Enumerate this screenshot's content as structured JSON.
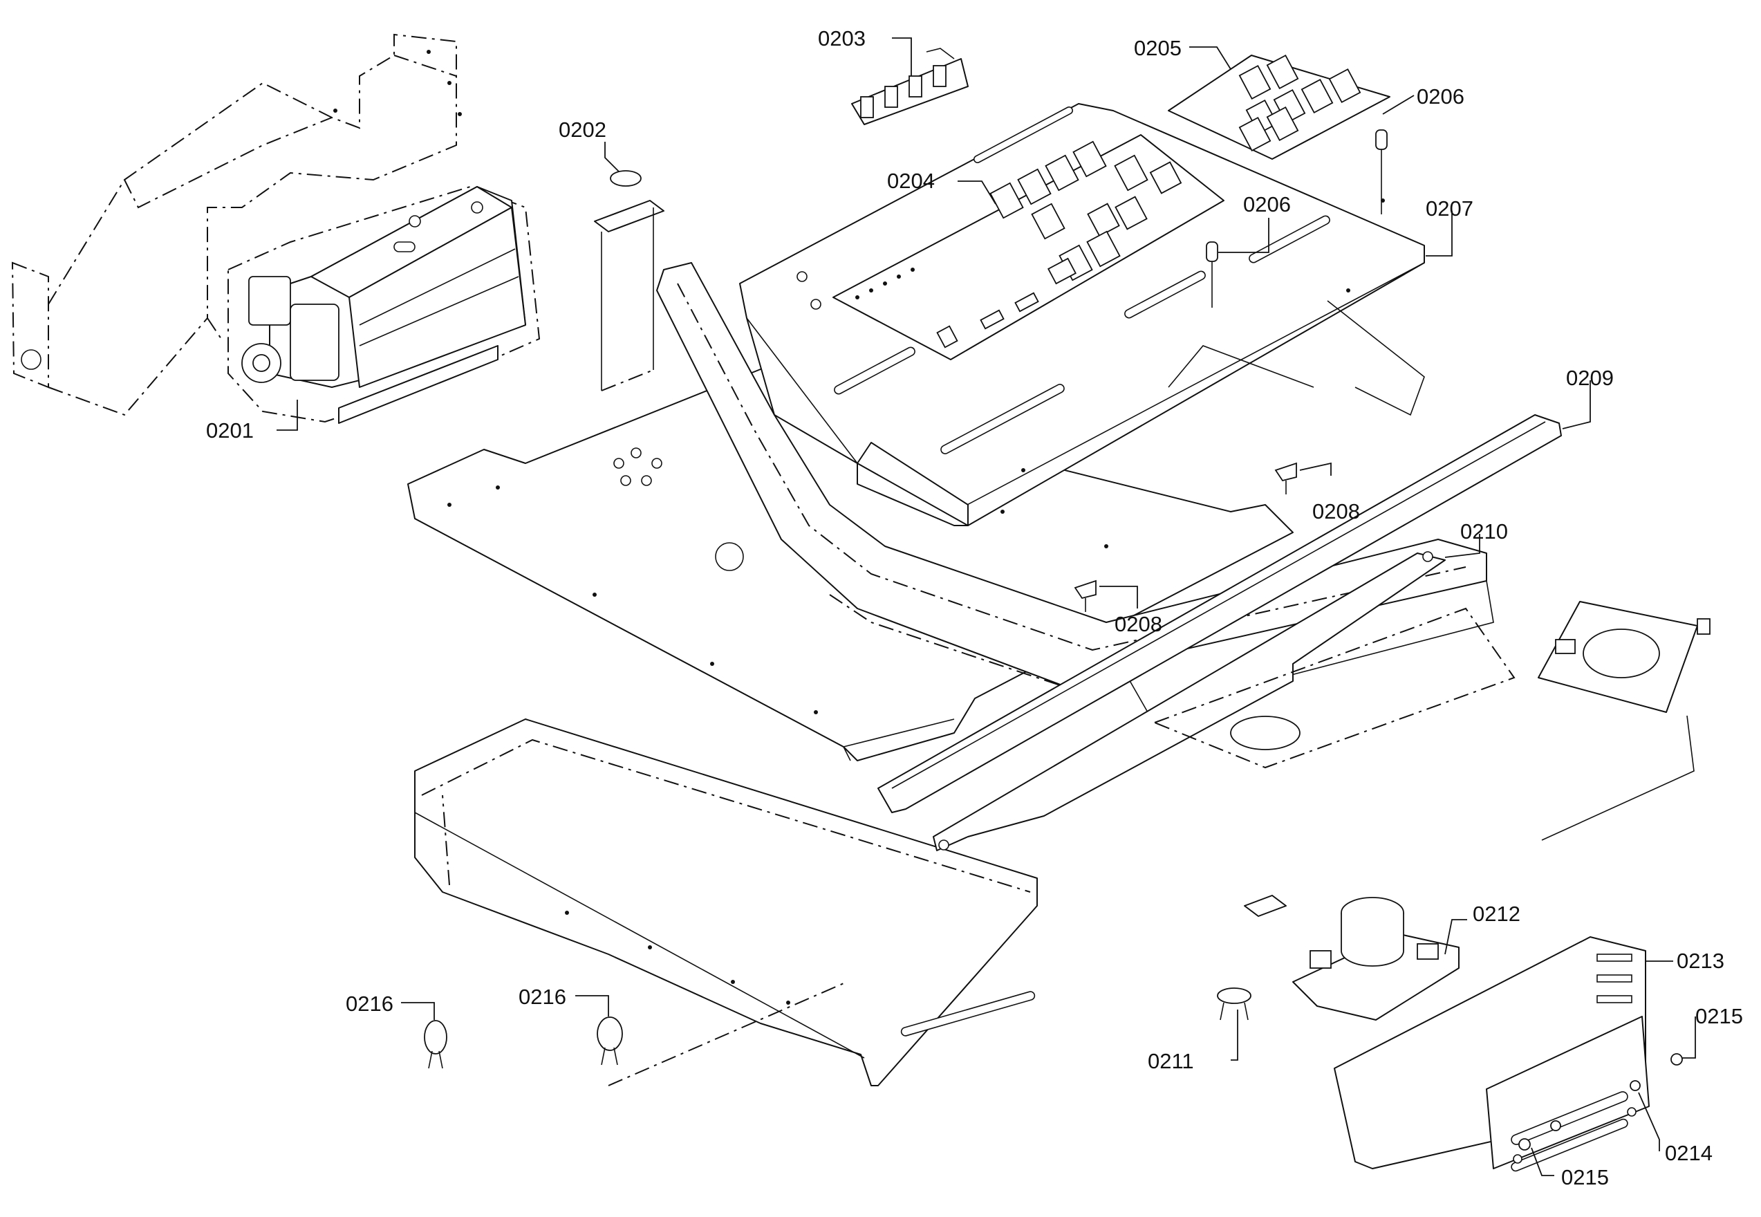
{
  "callouts": [
    {
      "id": "c0201",
      "text": "0201"
    },
    {
      "id": "c0202",
      "text": "0202"
    },
    {
      "id": "c0203",
      "text": "0203"
    },
    {
      "id": "c0204",
      "text": "0204"
    },
    {
      "id": "c0205",
      "text": "0205"
    },
    {
      "id": "c0206a",
      "text": "0206"
    },
    {
      "id": "c0206b",
      "text": "0206"
    },
    {
      "id": "c0207",
      "text": "0207"
    },
    {
      "id": "c0208a",
      "text": "0208"
    },
    {
      "id": "c0208b",
      "text": "0208"
    },
    {
      "id": "c0209",
      "text": "0209"
    },
    {
      "id": "c0210",
      "text": "0210"
    },
    {
      "id": "c0211",
      "text": "0211"
    },
    {
      "id": "c0212",
      "text": "0212"
    },
    {
      "id": "c0213",
      "text": "0213"
    },
    {
      "id": "c0214",
      "text": "0214"
    },
    {
      "id": "c0215a",
      "text": "0215"
    },
    {
      "id": "c0215b",
      "text": "0215"
    },
    {
      "id": "c0216a",
      "text": "0216"
    },
    {
      "id": "c0216b",
      "text": "0216"
    }
  ]
}
